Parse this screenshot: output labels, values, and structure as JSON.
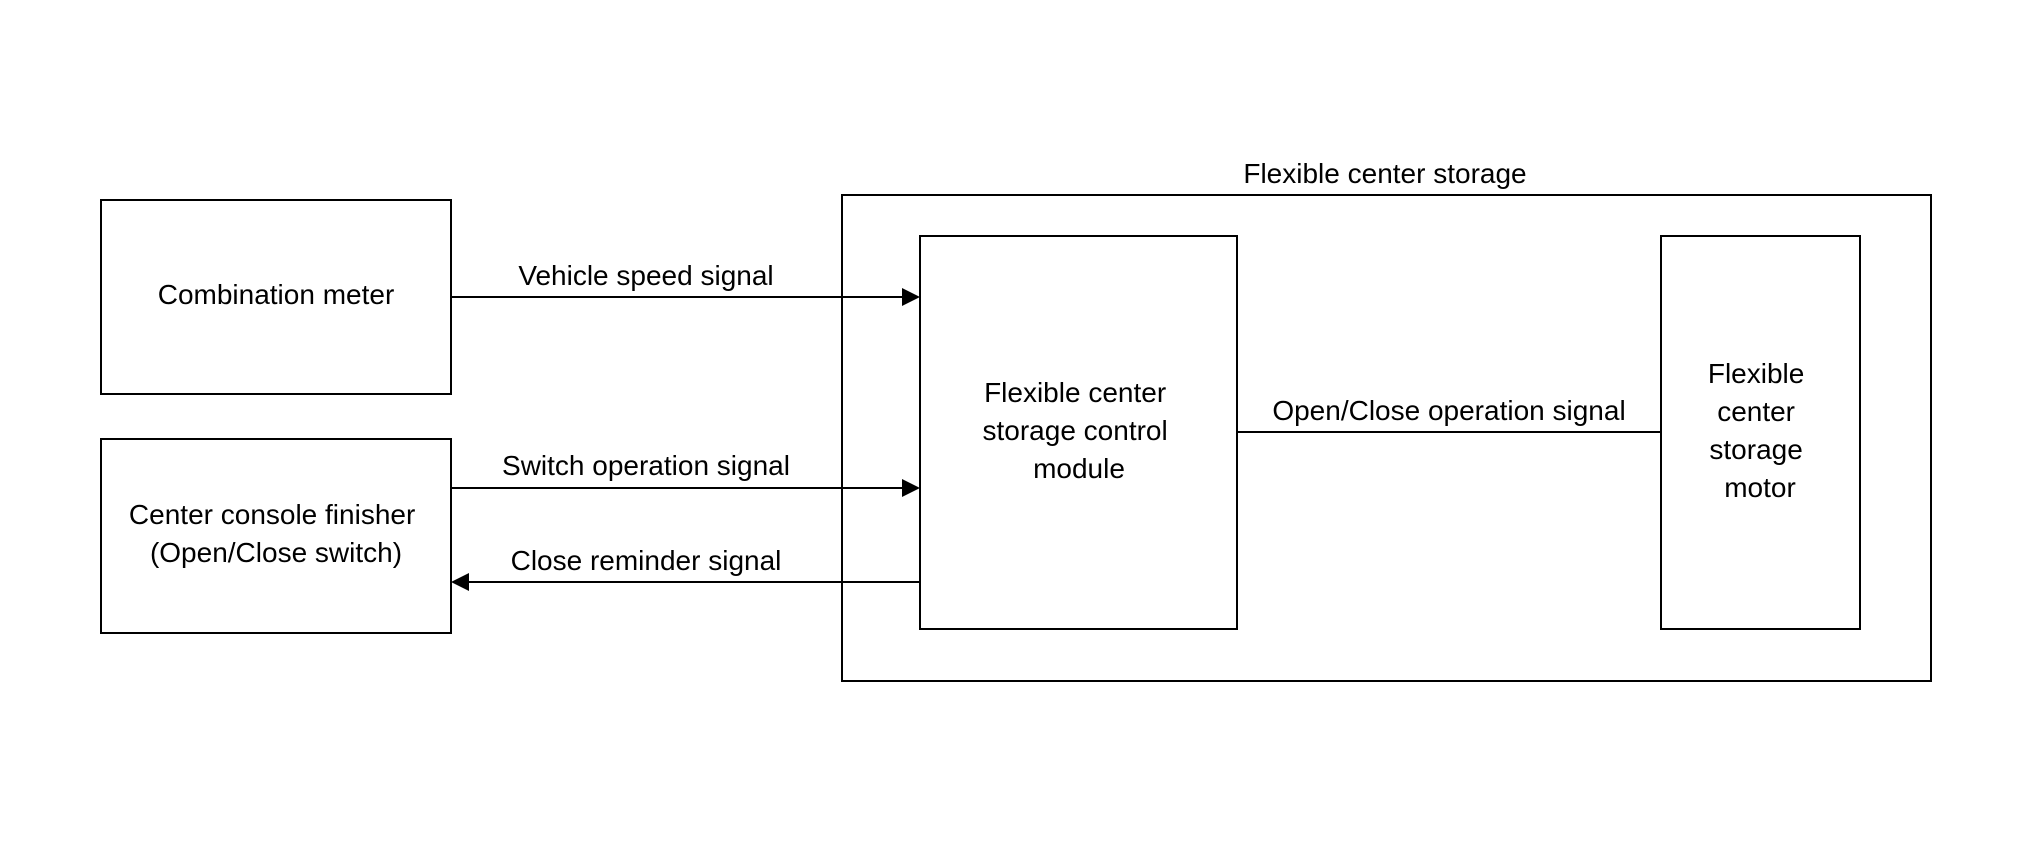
{
  "diagram": {
    "group_title": "Flexible center storage",
    "nodes": {
      "combination_meter": "Combination meter",
      "center_console_finisher": [
        "Center console finisher",
        "(Open/Close switch)"
      ],
      "control_module": [
        "Flexible center",
        "storage control",
        "module"
      ],
      "motor": [
        "Flexible",
        "center",
        "storage",
        "motor"
      ]
    },
    "signals": {
      "vehicle_speed": "Vehicle speed signal",
      "switch_operation": "Switch operation signal",
      "close_reminder": "Close reminder signal",
      "open_close_operation": "Open/Close operation signal"
    }
  }
}
